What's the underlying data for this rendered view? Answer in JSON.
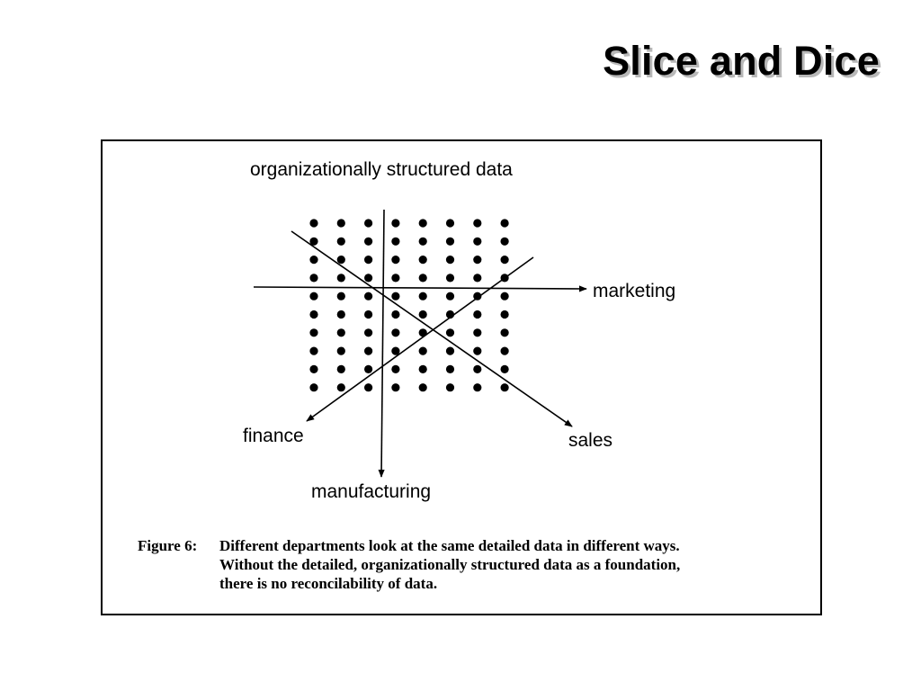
{
  "slide": {
    "title": "Slice and Dice"
  },
  "diagram": {
    "labels": {
      "top": "organizationally structured data",
      "marketing": "marketing",
      "finance": "finance",
      "sales": "sales",
      "manufacturing": "manufacturing"
    },
    "grid": {
      "columns": 8,
      "rows": 10
    }
  },
  "caption": {
    "label": "Figure 6:",
    "lines": [
      "Different departments look at the same detailed data in different ways.",
      "Without the detailed, organizationally structured data as a foundation,",
      "there is no reconcilability of data."
    ]
  },
  "colors": {
    "ink": "#000000",
    "title_shadow": "#b8b8b8",
    "background": "#ffffff"
  }
}
